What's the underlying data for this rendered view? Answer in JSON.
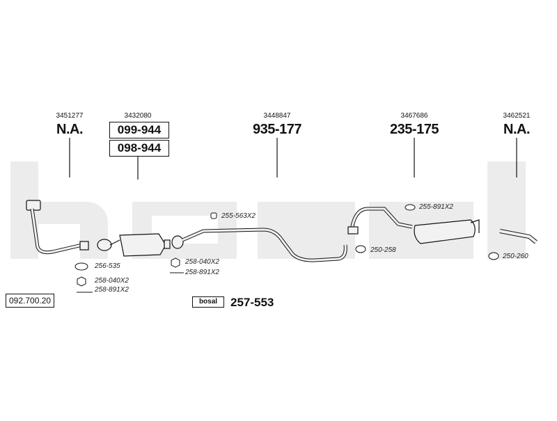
{
  "diagram_id": "092.700.20",
  "kit": {
    "logo": "bosal",
    "number": "257-553"
  },
  "parts": [
    {
      "oe": "3451277",
      "part": "N.A."
    },
    {
      "oe": "3432080",
      "part_a": "099-944",
      "part_b": "098-944"
    },
    {
      "oe": "3448847",
      "part": "935-177"
    },
    {
      "oe": "3467686",
      "part": "235-175"
    },
    {
      "oe": "3462521",
      "part": "N.A."
    }
  ],
  "fittings": {
    "f1": "256-535",
    "f2": "258-040X2",
    "f3": "258-891X2",
    "f4": "258-040X2",
    "f5": "258-891X2",
    "f6": "255-563X2",
    "f7": "250-258",
    "f8": "255-891X2",
    "f9": "250-260"
  },
  "colors": {
    "line": "#111111",
    "watermark": "#e9e9e9",
    "part_fill": "#f2f2f2"
  }
}
